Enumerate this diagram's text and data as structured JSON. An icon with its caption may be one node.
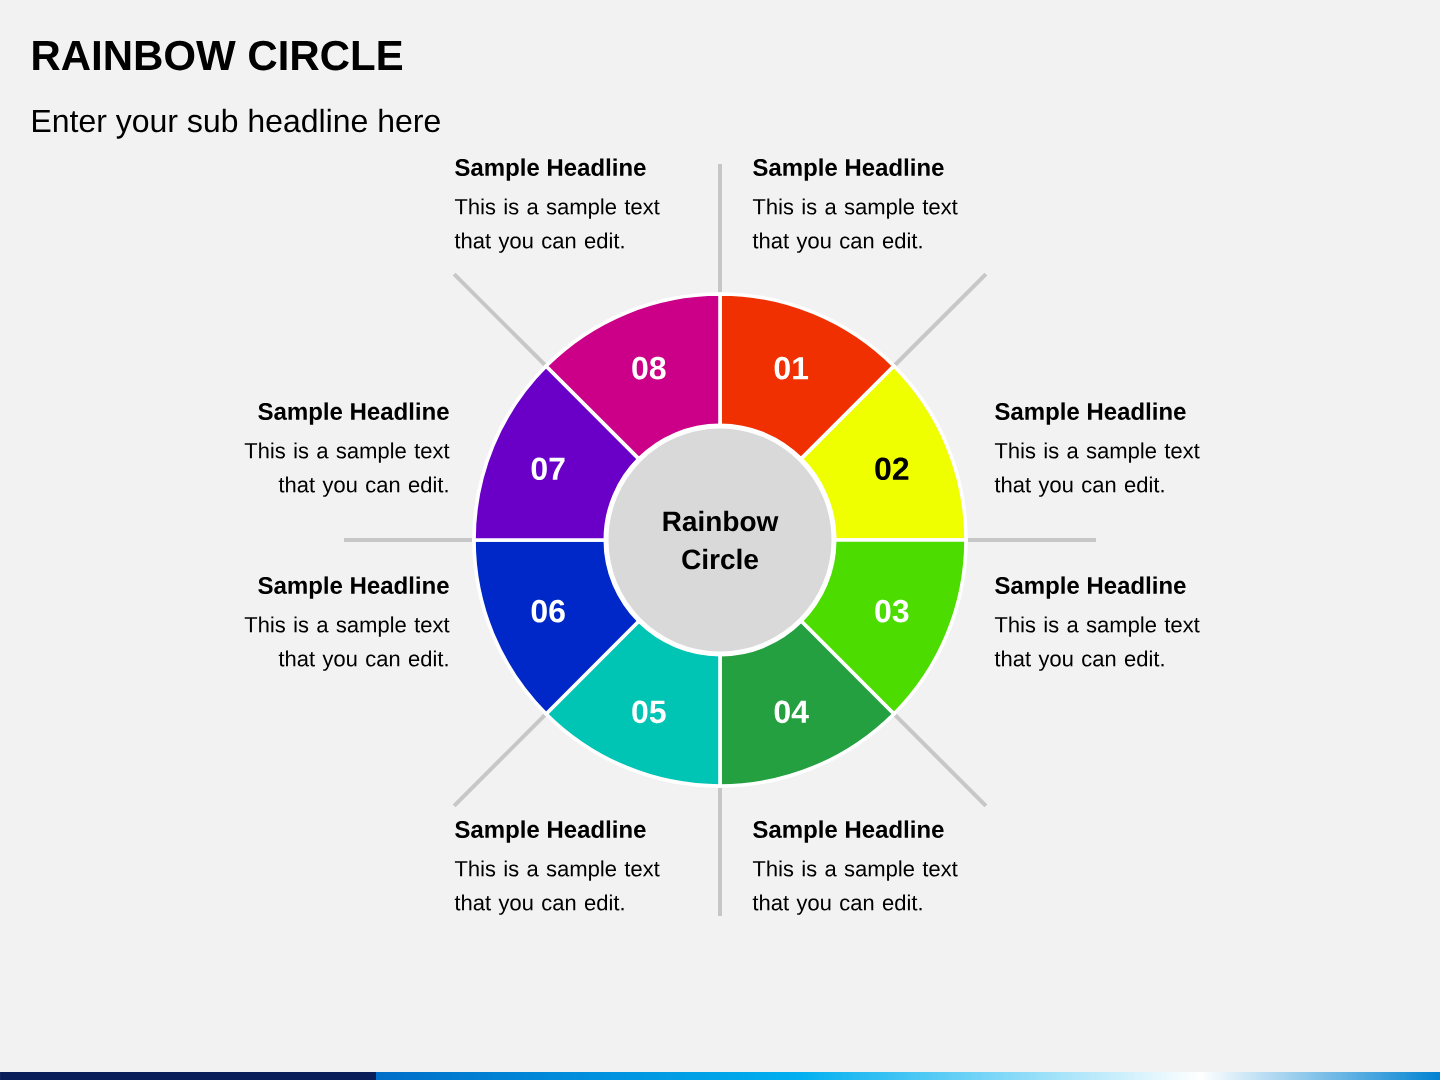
{
  "diagram": {
    "title": "RAINBOW CIRCLE",
    "nodes": [
      {
        "text": [
          "Rainbow Circle"
        ]
      },
      {
        "text": [
          "01"
        ]
      },
      {
        "text": [
          "02"
        ]
      },
      {
        "text": [
          "03"
        ]
      },
      {
        "text": [
          "04"
        ]
      },
      {
        "text": [
          "05"
        ]
      },
      {
        "text": [
          "06"
        ]
      },
      {
        "text": [
          "07"
        ]
      },
      {
        "text": [
          "08"
        ]
      }
    ],
    "edges": [],
    "labels": [
      "Enter your sub headline here",
      "Sample Headline",
      "This is a sample text that you can edit.",
      "Sample Headline",
      "This is a sample text that you can edit.",
      "Sample Headline",
      "This is a sample text that you can edit.",
      "Sample Headline",
      "This is a sample text that you can edit.",
      "Sample Headline",
      "This is a sample text that you can edit.",
      "Sample Headline",
      "This is a sample text that you can edit.",
      "Sample Headline",
      "This is a sample text that you can edit.",
      "Sample Headline",
      "This is a sample text that you can edit."
    ]
  }
}
